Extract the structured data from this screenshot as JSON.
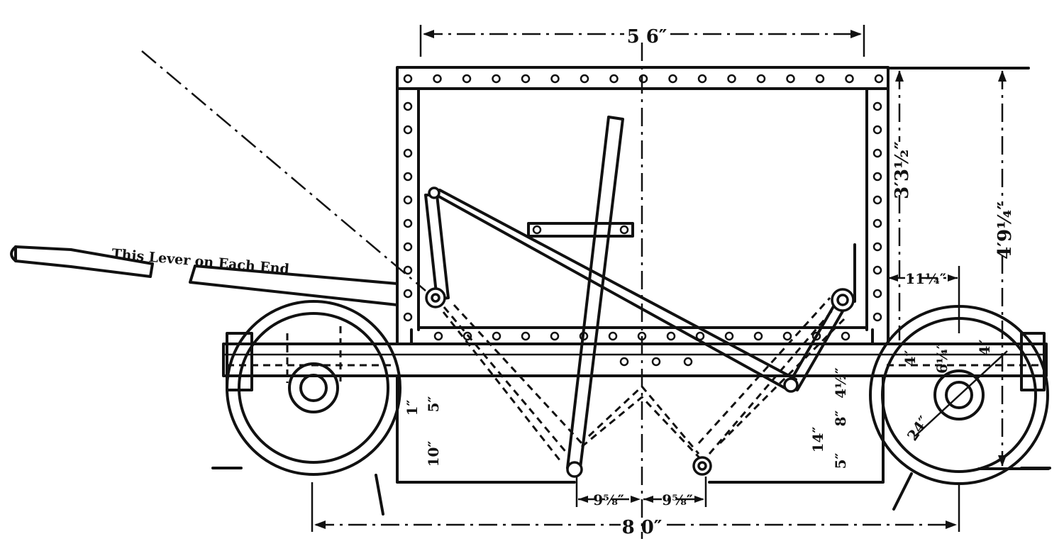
{
  "drawing": {
    "note": "This Lever on Each End",
    "dimensions": {
      "top_width": "5 6″",
      "overall_length": "8 0″",
      "total_height": "4′9¼″",
      "body_height": "3′3½″",
      "overhang": "11¼″",
      "wheel_dia": "24″",
      "axle_6": "6¼″",
      "axle_4": "4″",
      "hub_4a": "4″",
      "small_4b": "4½″",
      "small_5": "5″",
      "small_8": "8″",
      "small_14": "14″",
      "small_10": "10″",
      "small_1": "1″",
      "small_5b": "5″",
      "gap_left": "9⅝″",
      "gap_right": "9⅝″"
    }
  }
}
